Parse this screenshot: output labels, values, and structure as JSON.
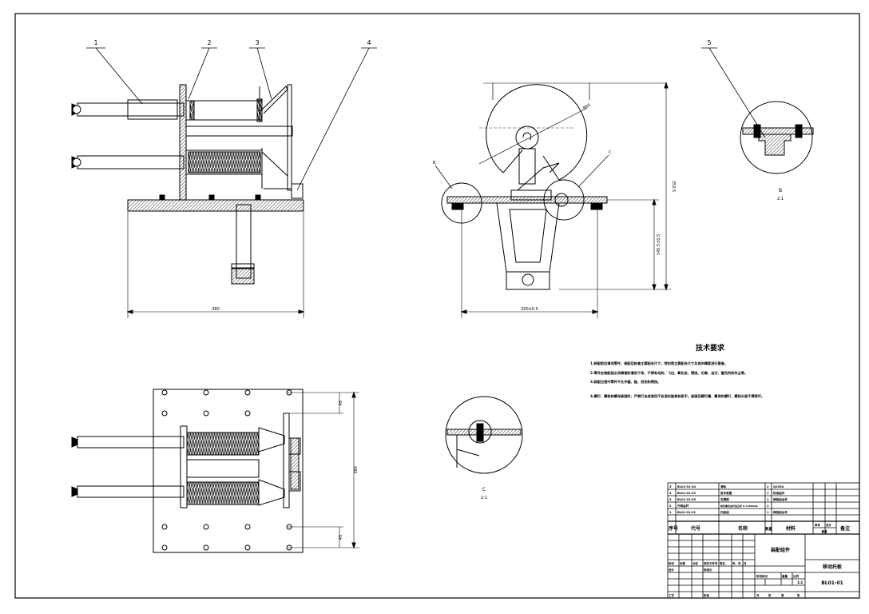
{
  "callouts": {
    "c1": "1",
    "c2": "2",
    "c3": "3",
    "c4": "4",
    "c5": "5"
  },
  "dimensions": {
    "side_width": "380",
    "front_width": "300±0.5",
    "front_height": "350.5",
    "front_inner_height": "145.5±0.5",
    "radius": "R60",
    "plan_height": "380",
    "plan_top": "45",
    "plan_bottom": "45"
  },
  "detail_labels": {
    "B_marker": "B",
    "C_marker": "C",
    "B_view": "B",
    "B_scale": "2:1",
    "C_view": "C",
    "C_scale": "2:1"
  },
  "tech_requirements": {
    "title": "技术要求",
    "lines": [
      "1.装配前应清洗零件，装配后检查主要配合尺寸，特别是主要配合尺寸及相关精度进行复查。",
      "2.零件在装配前必须清理和清洗干净，不得有毛刺、飞边、氧化皮、锈蚀、切屑、油污、着色剂和灰尘等。",
      "3.装配过程中零件不允许磕、碰、划伤和锈蚀。",
      "4.螺钉、螺栓和螺母紧固时，严禁打击或使用不合适的旋具和扳手。紧固后螺钉槽、螺母和螺钉、螺栓头部不得损坏。"
    ]
  },
  "bom": {
    "rows": [
      {
        "no": "5",
        "code": "BL01-01-04",
        "name": "滑轨",
        "qty": "2",
        "material": "Q235A"
      },
      {
        "no": "4",
        "code": "BL01-01-03",
        "name": "扳手装置",
        "qty": "1",
        "material": "标准组件"
      },
      {
        "no": "3",
        "code": "BL01-01-05",
        "name": "支撑座",
        "qty": "1",
        "material": "焊接组合件"
      },
      {
        "no": "2",
        "code": "升降丝杆",
        "name": "梯形螺纹丝杆组合件 X.Y30X6X8",
        "qty": "1",
        "material": ""
      },
      {
        "no": "1",
        "code": "BL01-01-01",
        "name": "托板组",
        "qty": "1",
        "material": "焊接组合件"
      }
    ],
    "header": {
      "no": "序号",
      "code": "代号",
      "name": "名称",
      "qty": "数量",
      "material": "材料",
      "unit": "单件",
      "total": "总计",
      "weight": "重量",
      "remark": "备注"
    }
  },
  "title_block": {
    "assembly": "装配组件",
    "drawing_title": "移动托板",
    "drawing_no": "BL01-01",
    "scale": "1:2",
    "labels": {
      "mark": "标记",
      "count": "处数",
      "zone": "分区",
      "change_doc": "更改文件号",
      "sign": "签名",
      "date": "年、月、日",
      "design": "设计",
      "standard": "标准化",
      "process": "工艺",
      "approve": "批准",
      "stage": "阶段标记",
      "weight": "重量",
      "scale": "比例",
      "sheets": "共",
      "sheet_of": "张",
      "page": "第",
      "page_of": "张"
    }
  }
}
